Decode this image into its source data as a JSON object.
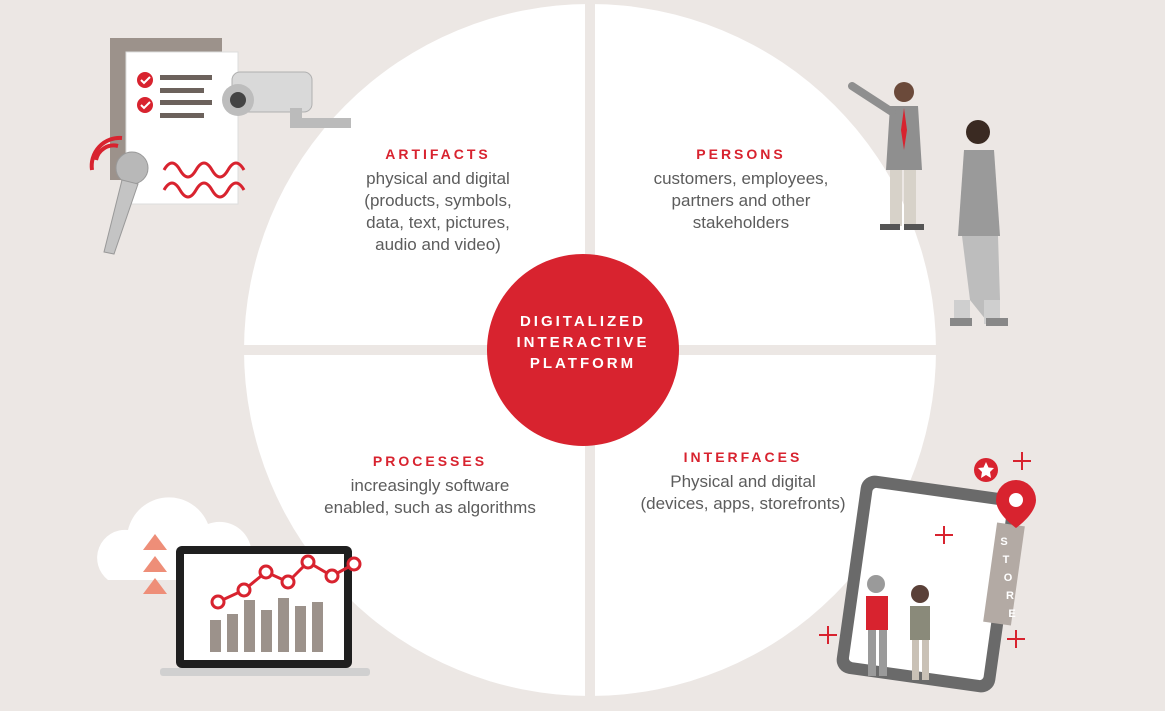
{
  "colors": {
    "background": "#ece7e4",
    "accent_red": "#d8232f",
    "quadrant": "#ffffff",
    "gray_icon": "#9c928b",
    "text": "#5c5c5c"
  },
  "center": {
    "label": "DIGITALIZED\nINTERACTIVE\nPLATFORM"
  },
  "quadrants": {
    "artifacts": {
      "title": "ARTIFACTS",
      "body_lines": [
        "physical and digital",
        "(products, symbols,",
        "data, text, pictures,",
        "audio and video)"
      ]
    },
    "persons": {
      "title": "PERSONS",
      "body_lines": [
        "customers, employees,",
        "partners and other",
        "stakeholders"
      ]
    },
    "processes": {
      "title": "PROCESSES",
      "body_lines": [
        "increasingly software",
        "enabled, such as algorithms"
      ]
    },
    "interfaces": {
      "title": "INTERFACES",
      "body_lines": [
        "Physical and digital",
        "(devices, apps, storefronts)"
      ]
    }
  },
  "illustrations": {
    "artifacts": [
      "checklist-icon",
      "security-camera-icon",
      "microphone-icon",
      "sound-wave-icon"
    ],
    "persons": [
      "businessman-pointing-icon",
      "woman-on-phone-icon"
    ],
    "processes": [
      "cloud-icon",
      "upload-arrows-icon",
      "laptop-chart-icon"
    ],
    "interfaces": [
      "tablet-icon",
      "store-sign-icon",
      "location-pin-icon",
      "star-badge-icon",
      "couple-shopping-icon"
    ]
  },
  "store_sign": {
    "letters": [
      "S",
      "T",
      "O",
      "R",
      "E"
    ]
  }
}
